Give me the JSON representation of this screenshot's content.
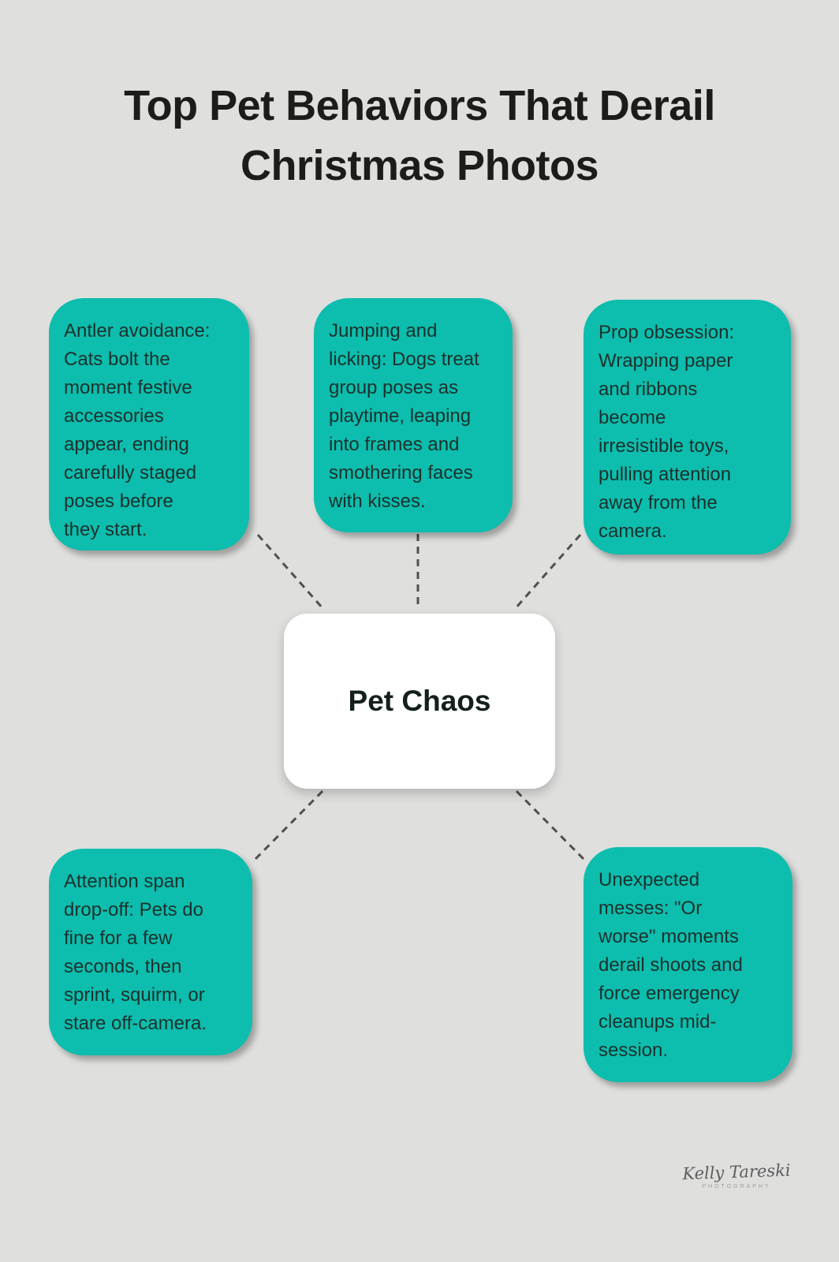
{
  "title": "Top Pet Behaviors That Derail\nChristmas Photos",
  "center": {
    "label": "Pet Chaos"
  },
  "nodes": [
    {
      "id": "antler-avoidance",
      "text": "Antler avoidance:\nCats bolt the\nmoment festive\naccessories\nappear, ending\ncarefully staged\nposes before\nthey start."
    },
    {
      "id": "jumping-licking",
      "text": "Jumping and\nlicking: Dogs treat\ngroup poses as\nplaytime, leaping\ninto frames and\nsmothering faces\nwith kisses."
    },
    {
      "id": "prop-obsession",
      "text": "Prop obsession:\nWrapping paper\nand ribbons\nbecome\nirresistible toys,\npulling attention\naway from the\ncamera."
    },
    {
      "id": "attention-span",
      "text": "Attention span\ndrop-off: Pets do\nfine for a few\nseconds, then\nsprint, squirm, or\nstare off-camera."
    },
    {
      "id": "unexpected-messes",
      "text": "Unexpected\nmesses: \"Or\nworse\" moments\nderail shoots and\nforce emergency\ncleanups mid-\nsession."
    }
  ],
  "signature": {
    "name": "Kelly Tareski",
    "subtext": "PHOTOGRAPHY"
  },
  "colors": {
    "background": "#dfe0de",
    "node_fill": "#0dbdad",
    "center_fill": "#ffffff",
    "connector": "#505050",
    "title_text": "#1c1c1a",
    "node_text": "#1b312d"
  }
}
